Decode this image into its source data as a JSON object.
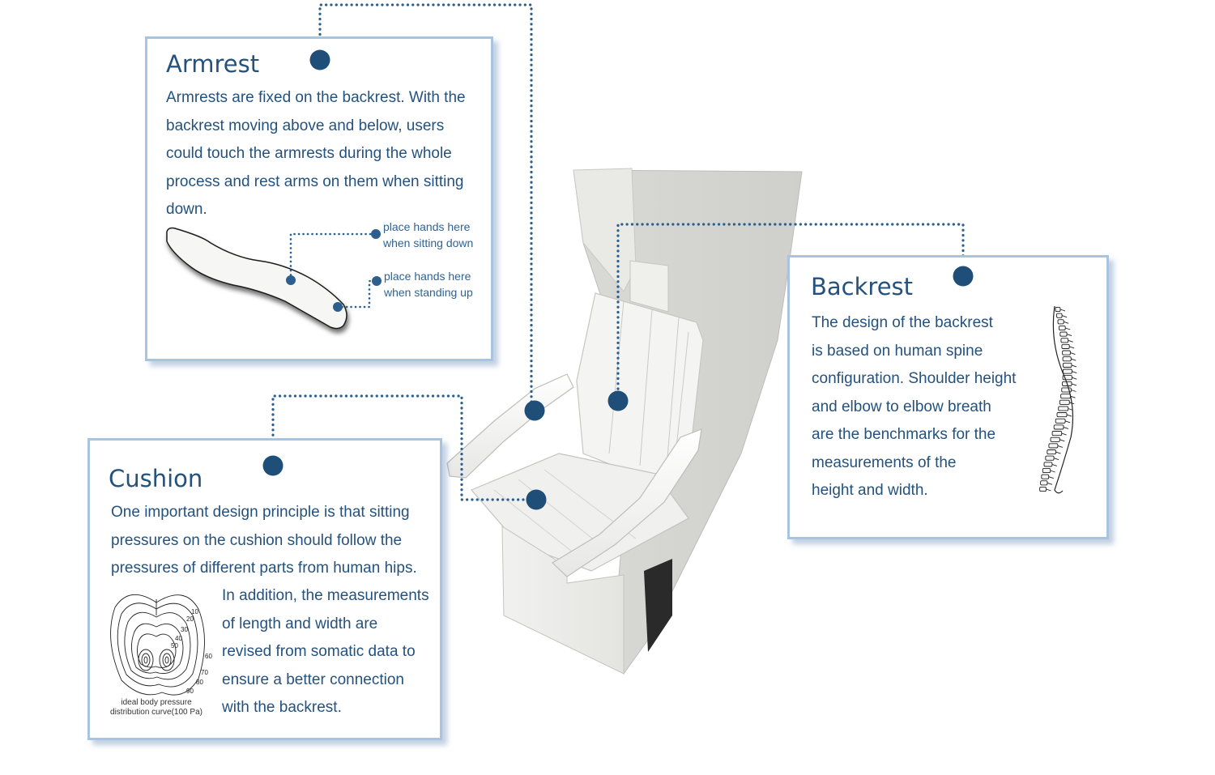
{
  "armrest": {
    "title": "Armrest",
    "lines": [
      "Armrests are fixed on the backrest. With the",
      "backrest moving above and below, users",
      "could touch the armrests during the whole",
      "process and rest arms on them when sitting",
      "down."
    ],
    "labels": {
      "sitting": [
        "place hands here",
        "when sitting down"
      ],
      "standing": [
        "place hands here",
        "when standing up"
      ]
    }
  },
  "cushion": {
    "title": "Cushion",
    "lines": [
      "One important design principle is that sitting",
      "pressures on the cushion should follow the",
      "pressures of different parts from human hips."
    ],
    "side_lines": [
      "In addition, the measurements",
      "of length and width are",
      "revised from somatic data to",
      "ensure a better connection",
      "with the backrest."
    ],
    "figure_caption": [
      "ideal body pressure",
      "distribution curve(100 Pa)"
    ],
    "contour_labels": [
      "10",
      "20",
      "30",
      "40",
      "50",
      "60",
      "70",
      "80",
      "90"
    ]
  },
  "backrest": {
    "title": "Backrest",
    "lines": [
      "The design of the backrest",
      "is based on human spine",
      "configuration. Shoulder height",
      "and elbow to elbow breath",
      "are the benchmarks for the",
      "measurements of  the",
      "height and width."
    ]
  },
  "icons": {
    "spine": "spine-icon",
    "armrest_shape": "armrest-shape-icon",
    "pressure_map": "pressure-contour-icon",
    "chair": "chair-prototype-image"
  },
  "colors": {
    "accent": "#1f4e79",
    "panel_border": "#a9c4e0",
    "connector": "#2c5f8e"
  }
}
